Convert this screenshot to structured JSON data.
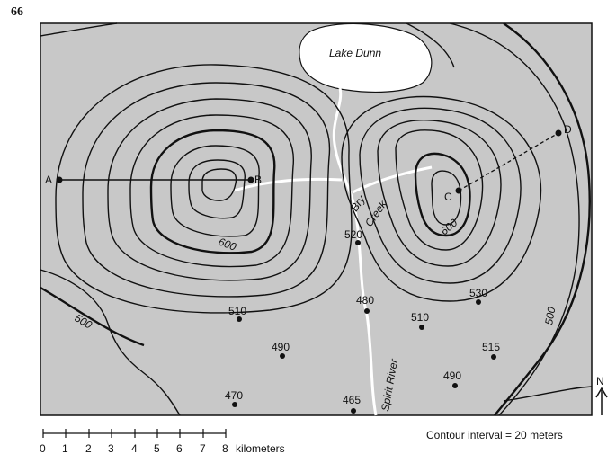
{
  "question_number": "66",
  "map": {
    "lake_label": "Lake Dunn",
    "stream_labels": [
      "Bry",
      "Creek",
      "Spirit River"
    ],
    "points": [
      {
        "id": "A"
      },
      {
        "id": "B"
      },
      {
        "id": "C"
      },
      {
        "id": "D"
      }
    ],
    "contour_labels": [
      "600",
      "600",
      "500",
      "500"
    ],
    "elevations": [
      "520",
      "480",
      "510",
      "510",
      "490",
      "470",
      "465",
      "490",
      "515",
      "530"
    ],
    "north_label": "N"
  },
  "scale": {
    "ticks": [
      "0",
      "1",
      "2",
      "3",
      "4",
      "5",
      "6",
      "7",
      "8"
    ],
    "unit_label": "kilometers"
  },
  "contour_interval_text": "Contour interval = 20 meters",
  "colors": {
    "land": "#c8c8c8",
    "water": "#ffffff",
    "ink": "#111111"
  }
}
